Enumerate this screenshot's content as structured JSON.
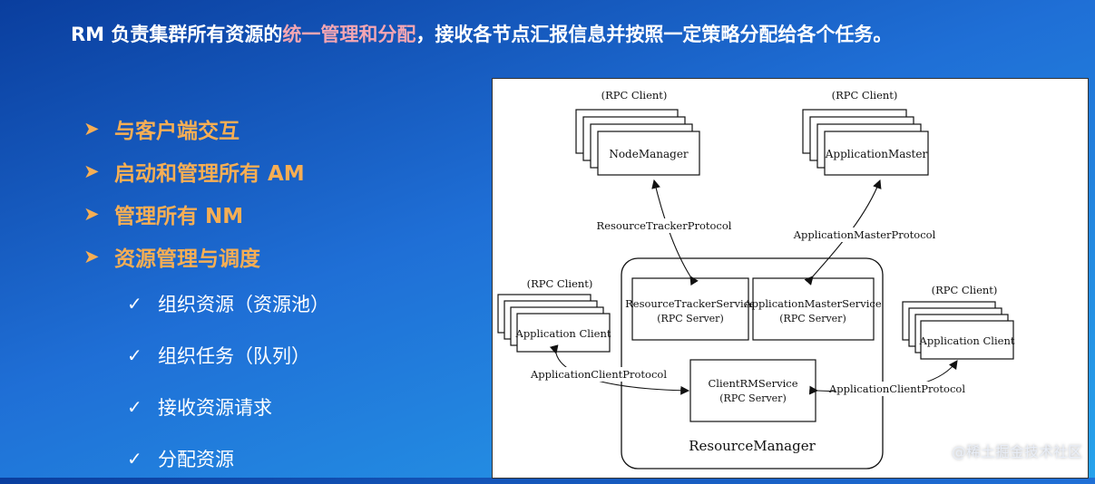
{
  "headline": {
    "part1": "RM 负责集群所有资源的",
    "highlight": "统一管理和分配",
    "part2": "，接收各节点汇报信息并按照一定策略分配给各个任务。"
  },
  "bullets": [
    "与客户端交互",
    "启动和管理所有 AM",
    "管理所有 NM",
    "资源管理与调度"
  ],
  "sub_bullets": [
    "组织资源（资源池）",
    "组织任务（队列）",
    "接收资源请求",
    "分配资源"
  ],
  "diagram": {
    "rpc_client": "(RPC Client)",
    "rpc_server": "(RPC Server)",
    "node_manager": "NodeManager",
    "application_master": "ApplicationMaster",
    "application_client": "Application Client",
    "resource_tracker_protocol": "ResourceTrackerProtocol",
    "application_master_protocol": "ApplicationMasterProtocol",
    "application_client_protocol": "ApplicationClientProtocol",
    "resource_tracker_service": "ResourceTrackerService",
    "application_master_service": "ApplicationMasterService",
    "client_rm_service": "ClientRMService",
    "resource_manager": "ResourceManager"
  },
  "watermark": "@稀土掘金技术社区"
}
